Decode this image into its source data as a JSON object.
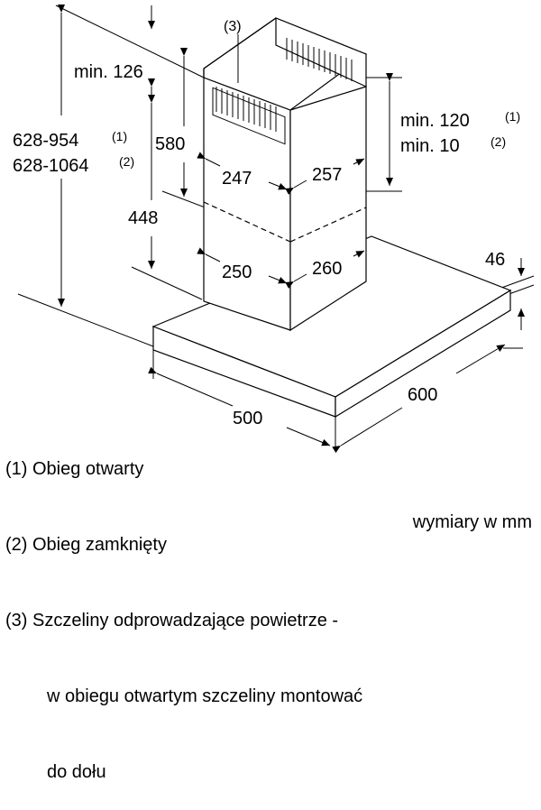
{
  "dimensions": {
    "slots_ref": "(3)",
    "min_126": "min. 126",
    "total_height_1": "628-954",
    "total_height_1_ref": "(1)",
    "total_height_2": "628-1064",
    "total_height_2_ref": "(2)",
    "upper_chimney": "580",
    "lower_chimney": "448",
    "ceiling_gap_1": "min. 120",
    "ceiling_gap_1_ref": "(1)",
    "ceiling_gap_2": "min. 10",
    "ceiling_gap_2_ref": "(2)",
    "upper_width": "247",
    "upper_depth": "257",
    "lower_width": "250",
    "lower_depth": "260",
    "canopy_height": "46",
    "canopy_width": "500",
    "canopy_depth": "600"
  },
  "legend": {
    "line1": "(1) Obieg otwarty",
    "line2": "(2) Obieg zamknięty",
    "line3": "(3) Szczeliny odprowadzające powietrze -",
    "line4": "w obiegu otwartym szczeliny montować",
    "line5": "do dołu"
  },
  "units": "wymiary w mm"
}
